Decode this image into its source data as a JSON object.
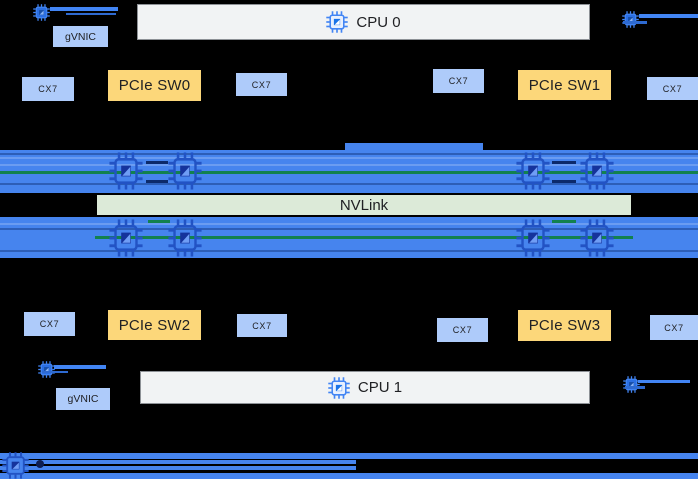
{
  "labels": {
    "cpu0": "CPU 0",
    "cpu1": "CPU 1",
    "nvlink": "NVLink",
    "gvnic_top": "gVNIC",
    "gvnic_bottom": "gVNIC",
    "pcie": [
      "PCIe SW0",
      "PCIe SW1",
      "PCIe SW2",
      "PCIe SW3"
    ],
    "cx7": [
      "CX7",
      "CX7",
      "CX7",
      "CX7",
      "CX7",
      "CX7",
      "CX7",
      "CX7"
    ]
  },
  "colors": {
    "background": "#000000",
    "gpu_band": "#4684ee",
    "nic_box": "#aecbfa",
    "pcie_box": "#fcd77a",
    "nvlink_bar": "#dcead8",
    "nvlink_border": "#000000",
    "cpu_box": "#f1f3f4",
    "cpu_border": "#8d9196",
    "green_link": "#12814e",
    "dark_link": "#0c2a6b",
    "blue_line": "#4285f4",
    "blue_line_dark": "#2e6ad1",
    "text_dark": "#202124"
  },
  "icons": {
    "cpu_chip": {
      "name": "cpu-chip-icon",
      "stroke": "#4285f4",
      "pins": "#4285f4",
      "body": "#e8f0fe",
      "inner": "#1a73e8",
      "tri": "#ffffff"
    },
    "gpu_chip": {
      "name": "gpu-chip-icon",
      "stroke": "#2253c4",
      "pins": "#2253c4",
      "body": "none",
      "inner": "#15339c",
      "tri": "#6f9df5"
    },
    "nic_chip": {
      "name": "nic-chip-icon",
      "stroke": "#4285f4",
      "pins": "#4285f4",
      "body": "#2b6fe3",
      "inner": "#174ea6",
      "tri": "#8ab4f8"
    },
    "rail_chip": {
      "name": "rail-chip-icon",
      "stroke": "#2253c4",
      "pins": "#2253c4",
      "body": "#4684ee",
      "inner": "#15339c",
      "tri": "#6f9df5"
    }
  }
}
